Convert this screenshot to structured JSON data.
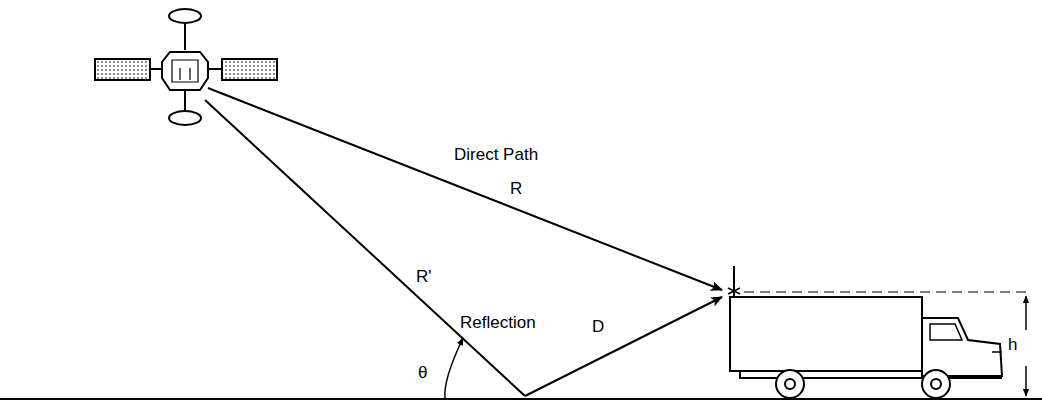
{
  "diagram": {
    "labels": [
      "Direct Path",
      "R",
      "R'",
      "Reflection",
      "D",
      "θ",
      "h"
    ]
  }
}
